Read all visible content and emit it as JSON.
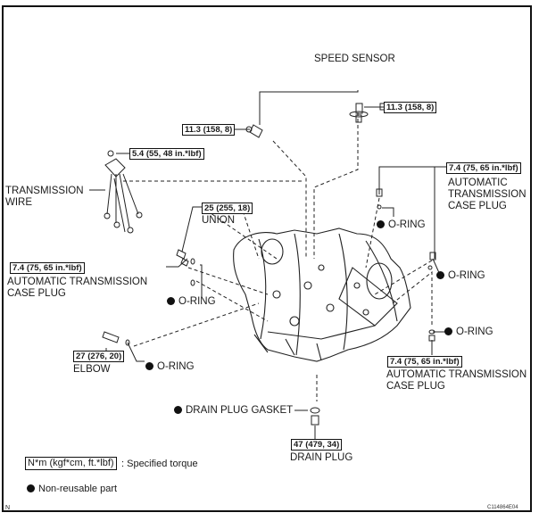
{
  "diagram": {
    "title": "Automatic Transaxle Components",
    "labels": {
      "speed_sensor": "SPEED SENSOR",
      "transmission_wire": [
        "TRANSMISSION",
        "WIRE"
      ],
      "union": "UNION",
      "case_plug_left": [
        "AUTOMATIC TRANSMISSION",
        "CASE PLUG"
      ],
      "case_plug_top_right": [
        "AUTOMATIC",
        "TRANSMISSION",
        "CASE PLUG"
      ],
      "case_plug_bottom_right": [
        "AUTOMATIC TRANSMISSION",
        "CASE PLUG"
      ],
      "elbow": "ELBOW",
      "drain_plug": "DRAIN PLUG",
      "o_ring": "O-RING",
      "drain_plug_gasket": "DRAIN PLUG GASKET"
    },
    "torques": {
      "speed_sensor_left": "11.3 (158, 8)",
      "speed_sensor_right": "11.3 (158, 8)",
      "transmission_wire": "5.4 (55, 48 in.*lbf)",
      "union": "25 (255, 18)",
      "case_plug_left": "7.4 (75, 65 in.*lbf)",
      "case_plug_top_right": "7.4 (75, 65 in.*lbf)",
      "case_plug_bottom_right": "7.4 (75, 65 in.*lbf)",
      "elbow": "27 (276, 20)",
      "drain_plug": "47 (479, 34)"
    },
    "legend": {
      "torque_unit": "N*m (kgf*cm, ft.*lbf)",
      "torque_desc": ": Specified torque",
      "non_reusable": "Non-reusable part"
    },
    "corner_mark": "N",
    "figure_code": "C114864E04"
  }
}
